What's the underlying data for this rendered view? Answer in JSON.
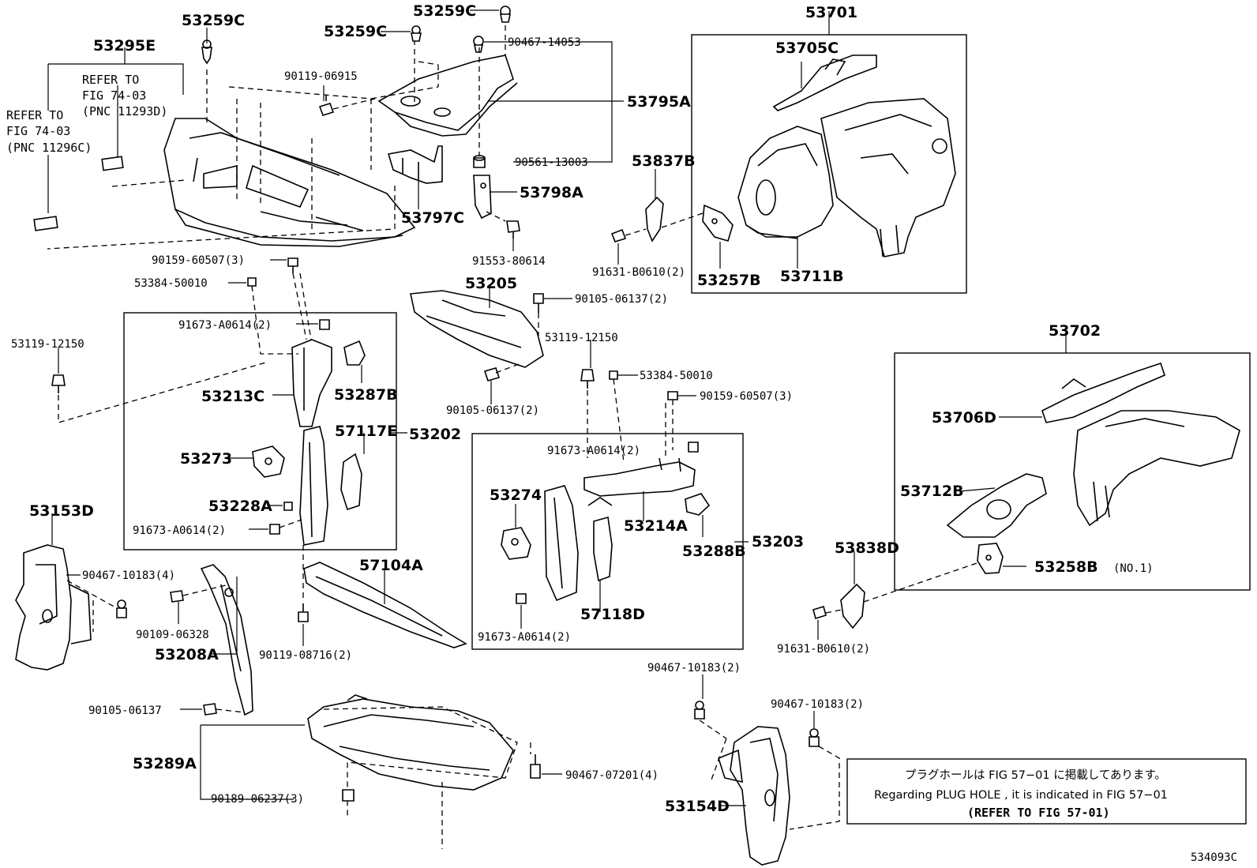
{
  "labels": {
    "p53259C_a": "53259C",
    "p53259C_b": "53259C",
    "p53259C_c": "53259C",
    "p53295E": "53295E",
    "ref_a1": "REFER TO",
    "ref_a2": "FIG 74-03",
    "ref_a3": "(PNC 11293D)",
    "ref_b1": "REFER TO",
    "ref_b2": "FIG 74-03",
    "ref_b3": "(PNC 11296C)",
    "p90119_06915": "90119-06915",
    "p90467_14053": "90467-14053",
    "p53795A": "53795A",
    "p90561_13003": "90561-13003",
    "p53798A": "53798A",
    "p53797C": "53797C",
    "p91553_80614": "91553-80614",
    "p53701": "53701",
    "p53705C": "53705C",
    "p53837B": "53837B",
    "p91631_B0610_a": "91631-B0610(2)",
    "p53257B": "53257B",
    "p53711B": "53711B",
    "p90159_60507_a": "90159-60507(3)",
    "p53384_50010_a": "53384-50010",
    "p53205": "53205",
    "p90105_06137_a": "90105-06137(2)",
    "p91673_A0614_a": "91673-A0614(2)",
    "p53119_12150_a": "53119-12150",
    "p53119_12150_b": "53119-12150",
    "p53287B": "53287B",
    "p53213C": "53213C",
    "p53384_50010_b": "53384-50010",
    "p90105_06137_b": "90105-06137(2)",
    "p90159_60507_b": "90159-60507(3)",
    "p57117E": "57117E",
    "p53202": "53202",
    "p53273": "53273",
    "p91673_A0614_b": "91673-A0614(2)",
    "p53228A": "53228A",
    "p91673_A0614_c": "91673-A0614(2)",
    "p53274": "53274",
    "p53214A": "53214A",
    "p53288B": "53288B",
    "p53203": "53203",
    "p57118D": "57118D",
    "p91673_A0614_d": "91673-A0614(2)",
    "p53702": "53702",
    "p53706D": "53706D",
    "p53712B": "53712B",
    "p53838D": "53838D",
    "p53258B": "53258B",
    "no1": "(NO.1)",
    "p91631_B0610_b": "91631-B0610(2)",
    "p53153D": "53153D",
    "p90467_10183_a": "90467-10183(4)",
    "p90109_06328": "90109-06328",
    "p57104A": "57104A",
    "p53208A": "53208A",
    "p90119_08716": "90119-08716(2)",
    "p90105_06137_c": "90105-06137",
    "p53289A": "53289A",
    "p90189_06237": "90189-06237(3)",
    "p90467_07201": "90467-07201(4)",
    "p90467_10183_b": "90467-10183(2)",
    "p90467_10183_c": "90467-10183(2)",
    "p53154D": "53154D",
    "figure_code": "534093C"
  },
  "note": {
    "line1": "プラグホールは FIG 57−01 に掲載してあります。",
    "line2": "Regarding PLUG HOLE , it is indicated in FIG 57−01",
    "line3": "(REFER TO FIG 57-01)"
  }
}
